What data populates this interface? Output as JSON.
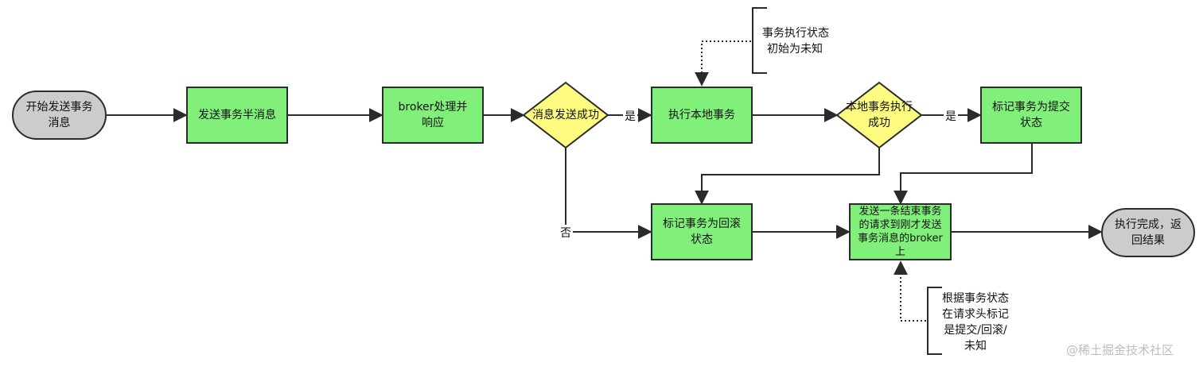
{
  "nodes": {
    "start": "开始发送事务消息",
    "send_half": "发送事务半消息",
    "broker_resp": "broker处理并响应",
    "send_ok": "消息发送成功",
    "exec_local": "执行本地事务",
    "local_ok": "本地事务执行成功",
    "mark_commit": "标记事务为提交状态",
    "mark_rollback": "标记事务为回滚状态",
    "send_end": "发送一条结束事务的请求到刚才发送事务消息的broker上",
    "done": "执行完成，返回结果"
  },
  "edges": {
    "yes_1": "是",
    "yes_2": "是",
    "no": "否"
  },
  "notes": {
    "top": [
      "事务执行状态",
      "初始为未知"
    ],
    "bottom": [
      "根据事务状态",
      "在请求头标记",
      "是提交/回滚/",
      "未知"
    ]
  },
  "watermark": {
    "text": "@稀土掘金技术社区"
  },
  "colors": {
    "process_fill": "#80f07a",
    "decision_fill": "#fdfb80",
    "terminal_fill": "#cccccc",
    "stroke": "#2b2b2b"
  }
}
